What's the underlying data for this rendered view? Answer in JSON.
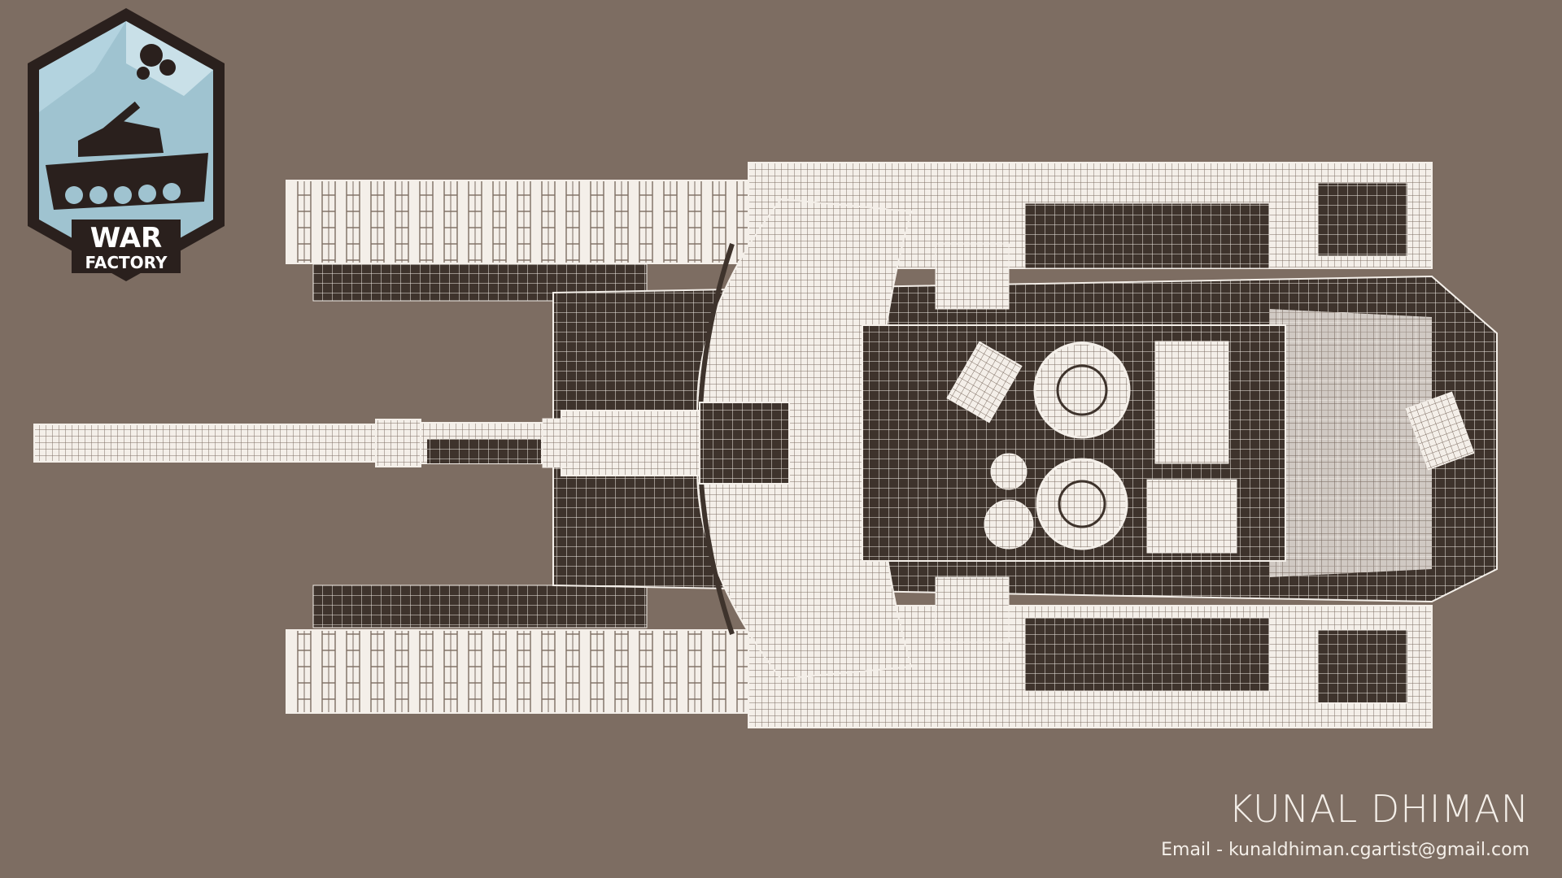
{
  "logo": {
    "line1": "WAR",
    "line2": "FACTORY",
    "icon": "tank-emblem-icon"
  },
  "artwork": {
    "subject": "tank-wireframe-icon",
    "colors": {
      "background": "#7d6d62",
      "wire": "#f4efe9",
      "dark": "#3a302a"
    }
  },
  "credits": {
    "name": "KUNAL DHIMAN",
    "email": "Email - kunaldhiman.cgartist@gmail.com"
  }
}
